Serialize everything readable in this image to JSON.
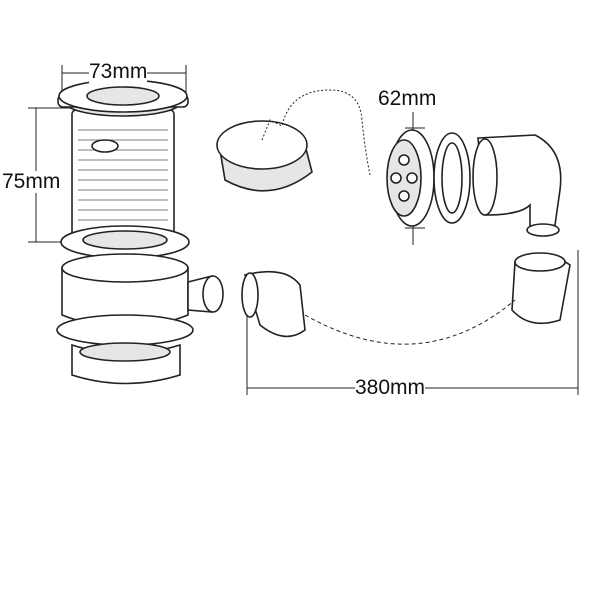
{
  "dimensions": {
    "waste_width": "73mm",
    "waste_height": "75mm",
    "overflow_diameter": "62mm",
    "overflow_hose_length": "380mm"
  }
}
